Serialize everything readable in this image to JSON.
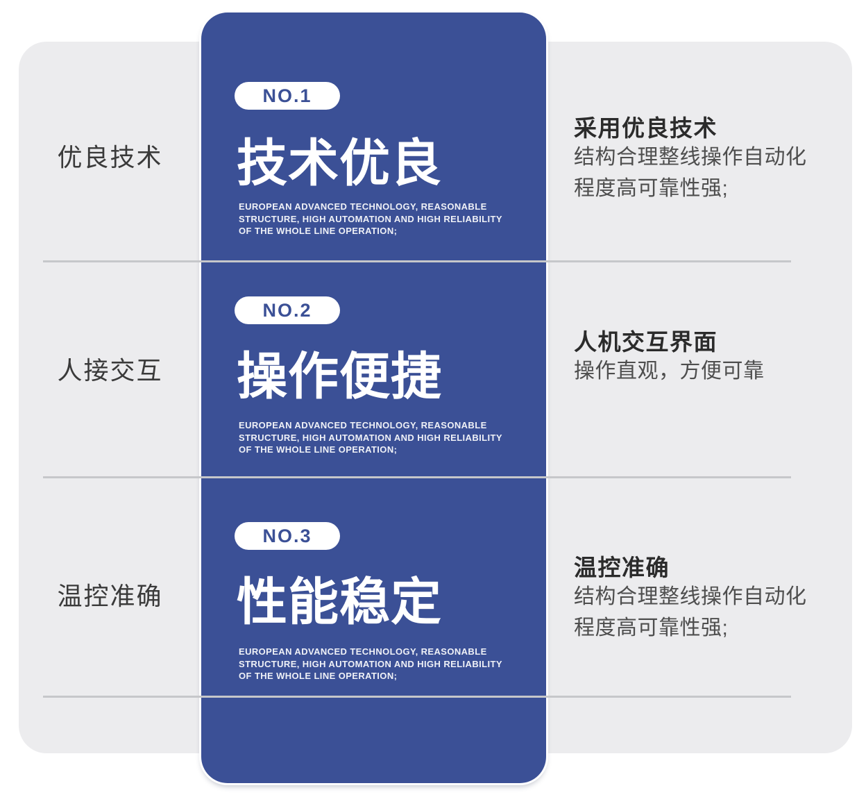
{
  "colors": {
    "card_blue": "#3b5096",
    "panel_gray": "#ececee",
    "divider_gray": "#c6c7ca",
    "badge_text_blue": "#3b5096"
  },
  "sections": [
    {
      "left_label": "优良技术",
      "badge": "NO.1",
      "card_title": "技术优良",
      "card_caption": "EUROPEAN ADVANCED TECHNOLOGY, REASONABLE\nSTRUCTURE, HIGH AUTOMATION AND HIGH RELIABILITY\nOF THE WHOLE LINE OPERATION;",
      "right_title": "采用优良技术",
      "right_body": "结构合理整线操作自动化\n程度高可靠性强;"
    },
    {
      "left_label": "人接交互",
      "badge": "NO.2",
      "card_title": "操作便捷",
      "card_caption": "EUROPEAN ADVANCED TECHNOLOGY, REASONABLE\nSTRUCTURE, HIGH AUTOMATION AND HIGH RELIABILITY\nOF THE WHOLE LINE OPERATION;",
      "right_title": "人机交互界面",
      "right_body": "操作直观，方便可靠"
    },
    {
      "left_label": "温控准确",
      "badge": "NO.3",
      "card_title": "性能稳定",
      "card_caption": "EUROPEAN ADVANCED TECHNOLOGY, REASONABLE\nSTRUCTURE, HIGH AUTOMATION AND HIGH RELIABILITY\nOF THE WHOLE LINE OPERATION;",
      "right_title": "温控准确",
      "right_body": "结构合理整线操作自动化\n程度高可靠性强;"
    }
  ]
}
